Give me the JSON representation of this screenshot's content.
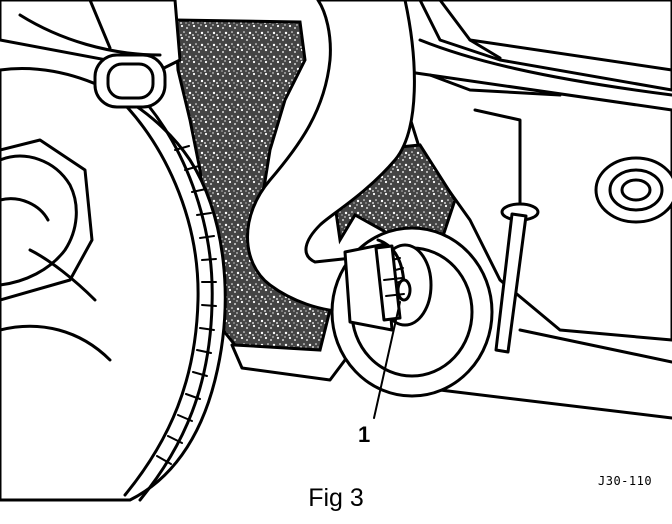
{
  "figure": {
    "caption": "Fig 3",
    "reference_code": "J30-110",
    "callouts": [
      {
        "label": "1"
      }
    ]
  }
}
